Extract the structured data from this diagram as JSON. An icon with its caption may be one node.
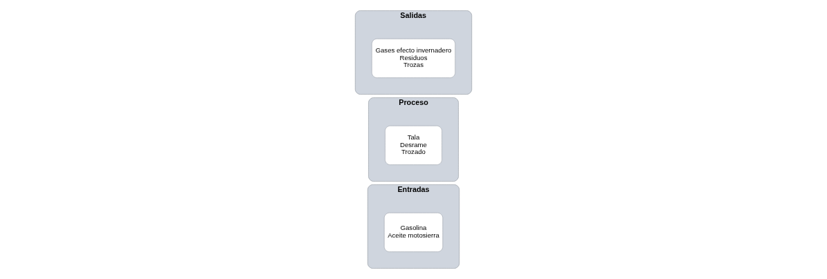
{
  "diagram": {
    "nodes": [
      {
        "text": [
          "Entradas"
        ]
      },
      {
        "text": [
          "Gasolina",
          "Aceite motosierra"
        ],
        "in": 0
      },
      {
        "text": [
          "Proceso"
        ]
      },
      {
        "text": [
          "Tala",
          "Desrame",
          "Trozado"
        ],
        "in": 2
      },
      {
        "text": [
          "Salidas"
        ]
      },
      {
        "text": [
          "Gases efecto invernadero",
          "Residuos",
          "Trozas"
        ],
        "in": 4
      }
    ]
  }
}
